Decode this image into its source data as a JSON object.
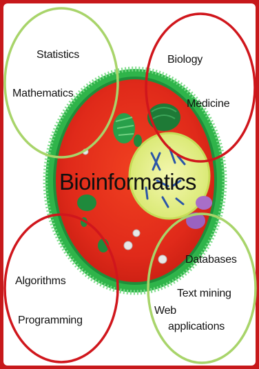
{
  "center_label": "Bioinformatics",
  "colors": {
    "frame": "#c7191b",
    "background": "#ffffff",
    "cell_fill": "#e02a1a",
    "cell_membrane": "#2fb44a",
    "nucleus": "#e7f086",
    "green_ring": "#a8d46a",
    "red_ring": "#d0161c"
  },
  "fields": {
    "top_left": {
      "line1": "Statistics",
      "line2": "Mathematics"
    },
    "top_right": {
      "line1": "Biology",
      "line2": "Medicine"
    },
    "bottom_left": {
      "line1": "Algorithms",
      "line2": "Programming"
    },
    "bottom_right": {
      "line1": "Databases",
      "line2": "Text mining",
      "line3": "Web",
      "line4": "applications"
    }
  }
}
